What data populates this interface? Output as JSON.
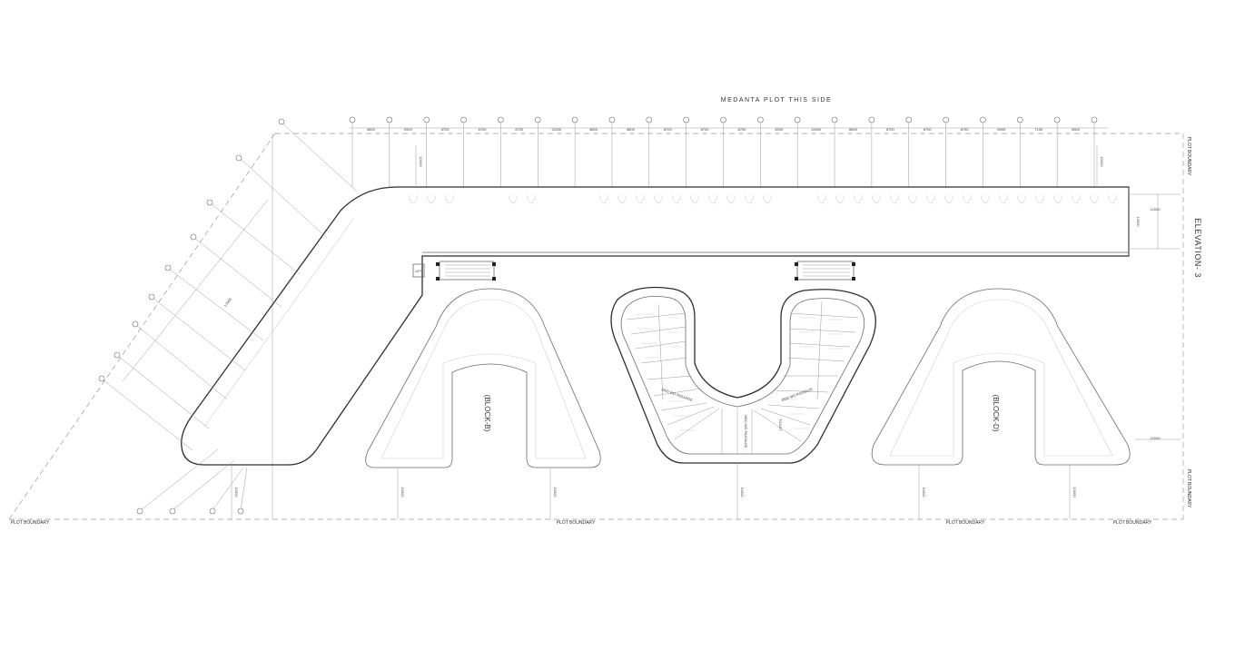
{
  "title": "MEDANTA PLOT THIS SIDE",
  "elevation_label": "ELEVATION- 3",
  "plot_boundary_label": "PLOT BOUNDARY",
  "blocks": {
    "block_b": "(BLOCK-B)",
    "block_d": "(BLOCK-D)"
  },
  "top_dimensions": [
    "4800",
    "2900",
    "8700",
    "8700",
    "8700",
    "11500",
    "5800",
    "5800",
    "8700",
    "8700",
    "8700",
    "8200",
    "12600",
    "8800",
    "8700",
    "8700",
    "8700",
    "8900",
    "7100",
    "5800"
  ],
  "offset_dimensions": [
    "10000",
    "12000"
  ],
  "vertical_dimension": "10000",
  "bottom_dimensions": [
    "10000",
    "10000",
    "10000",
    "10000",
    "10000"
  ],
  "right_dimensions": [
    "12000",
    "12000"
  ],
  "left_dimension": "17000",
  "core_labels": {
    "walkway": "1800 WD PASSAGE",
    "toilet": "TOILET",
    "lift": "LIFT"
  }
}
